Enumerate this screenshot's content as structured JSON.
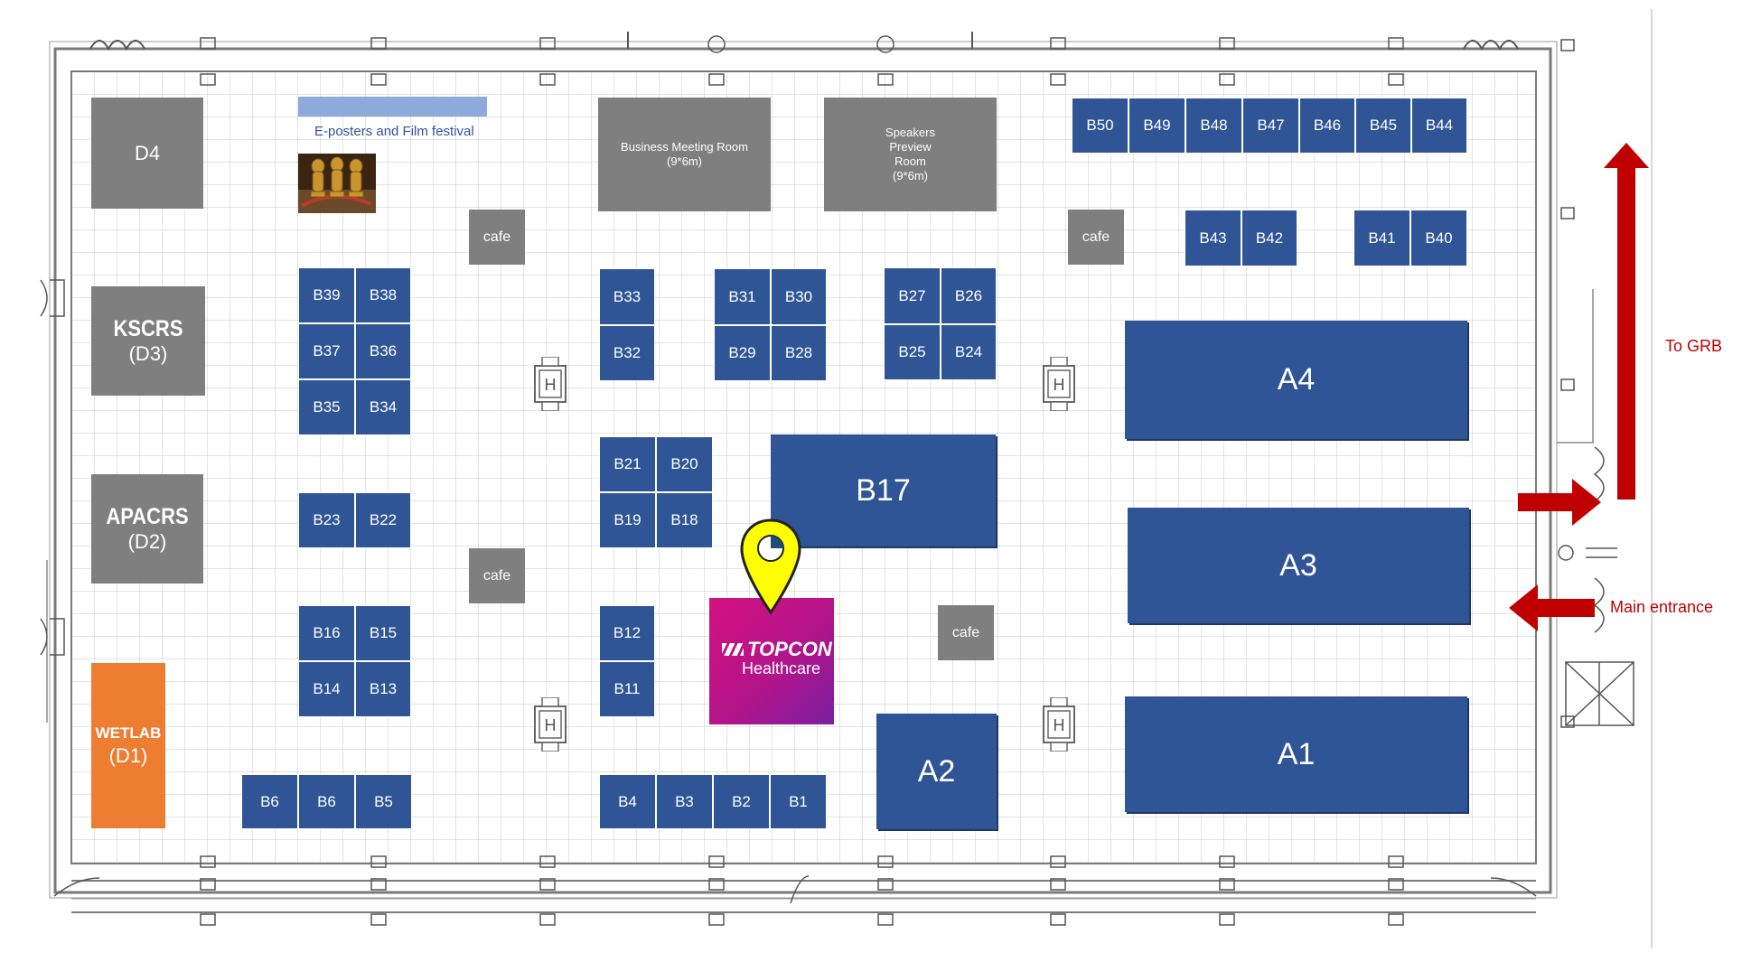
{
  "map": {
    "eposter_label": "E-posters and Film festival",
    "rooms": {
      "d4": "D4",
      "kscrs_name": "KSCRS",
      "kscrs_code": "(D3)",
      "apacrs_name": "APACRS",
      "apacrs_code": "(D2)",
      "wetlab_name": "WETLAB",
      "wetlab_code": "(D1)",
      "business_meeting": [
        "Business Meeting Room",
        "(9*6m)"
      ],
      "speakers_preview": [
        "Speakers",
        "Preview",
        "Room",
        "(9*6m)"
      ]
    },
    "cafe_label": "cafe",
    "booths": {
      "b50": "B50",
      "b49": "B49",
      "b48": "B48",
      "b47": "B47",
      "b46": "B46",
      "b45": "B45",
      "b44": "B44",
      "b43": "B43",
      "b42": "B42",
      "b41": "B41",
      "b40": "B40",
      "b39": "B39",
      "b38": "B38",
      "b37": "B37",
      "b36": "B36",
      "b35": "B35",
      "b34": "B34",
      "b33": "B33",
      "b32": "B32",
      "b31": "B31",
      "b30": "B30",
      "b29": "B29",
      "b28": "B28",
      "b27": "B27",
      "b26": "B26",
      "b25": "B25",
      "b24": "B24",
      "b23": "B23",
      "b22": "B22",
      "b21": "B21",
      "b20": "B20",
      "b19": "B19",
      "b18": "B18",
      "b17": "B17",
      "b16": "B16",
      "b15": "B15",
      "b14": "B14",
      "b13": "B13",
      "b12": "B12",
      "b11": "B11",
      "b6a": "B6",
      "b6b": "B6",
      "b5": "B5",
      "b4": "B4",
      "b3": "B3",
      "b2": "B2",
      "b1": "B1",
      "a4": "A4",
      "a3": "A3",
      "a2": "A2",
      "a1": "A1"
    },
    "sponsor": {
      "brand": "TOPCON",
      "sub": "Healthcare"
    },
    "annotations": {
      "to_grb": "To GRB",
      "main_entrance": "Main entrance"
    },
    "icons": [
      "elevator-icon",
      "location-pin-icon",
      "arrow-up-icon",
      "arrow-right-icon",
      "arrow-left-icon",
      "award-trophy-icon"
    ],
    "colors": {
      "booth": "#2f5597",
      "room": "#7f7f7f",
      "wetlab": "#ed7d31",
      "arrow": "#c00000",
      "pin": "#ffff00",
      "sponsor": "#c81284"
    }
  }
}
